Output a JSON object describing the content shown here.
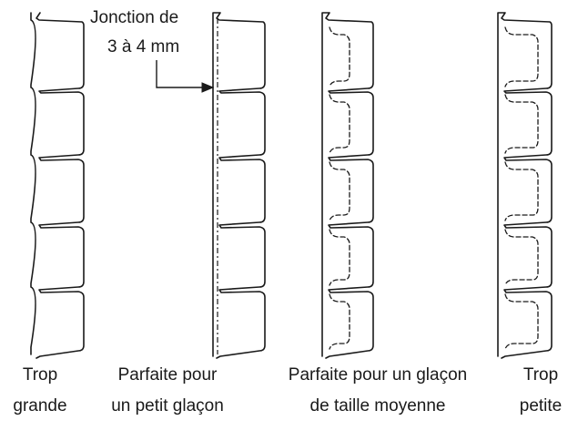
{
  "callout": {
    "line1": "Jonction de",
    "line2": "3 à 4 mm"
  },
  "trays": [
    {
      "line1": "Trop",
      "line2": "grande"
    },
    {
      "line1": "Parfaite pour",
      "line2": "un petit glaçon"
    },
    {
      "line1": "Parfaite pour un glaçon",
      "line2": "de taille moyenne"
    },
    {
      "line1": "Trop",
      "line2": "petite"
    }
  ],
  "colors": {
    "stroke": "#1a1a1a",
    "background": "#ffffff"
  }
}
